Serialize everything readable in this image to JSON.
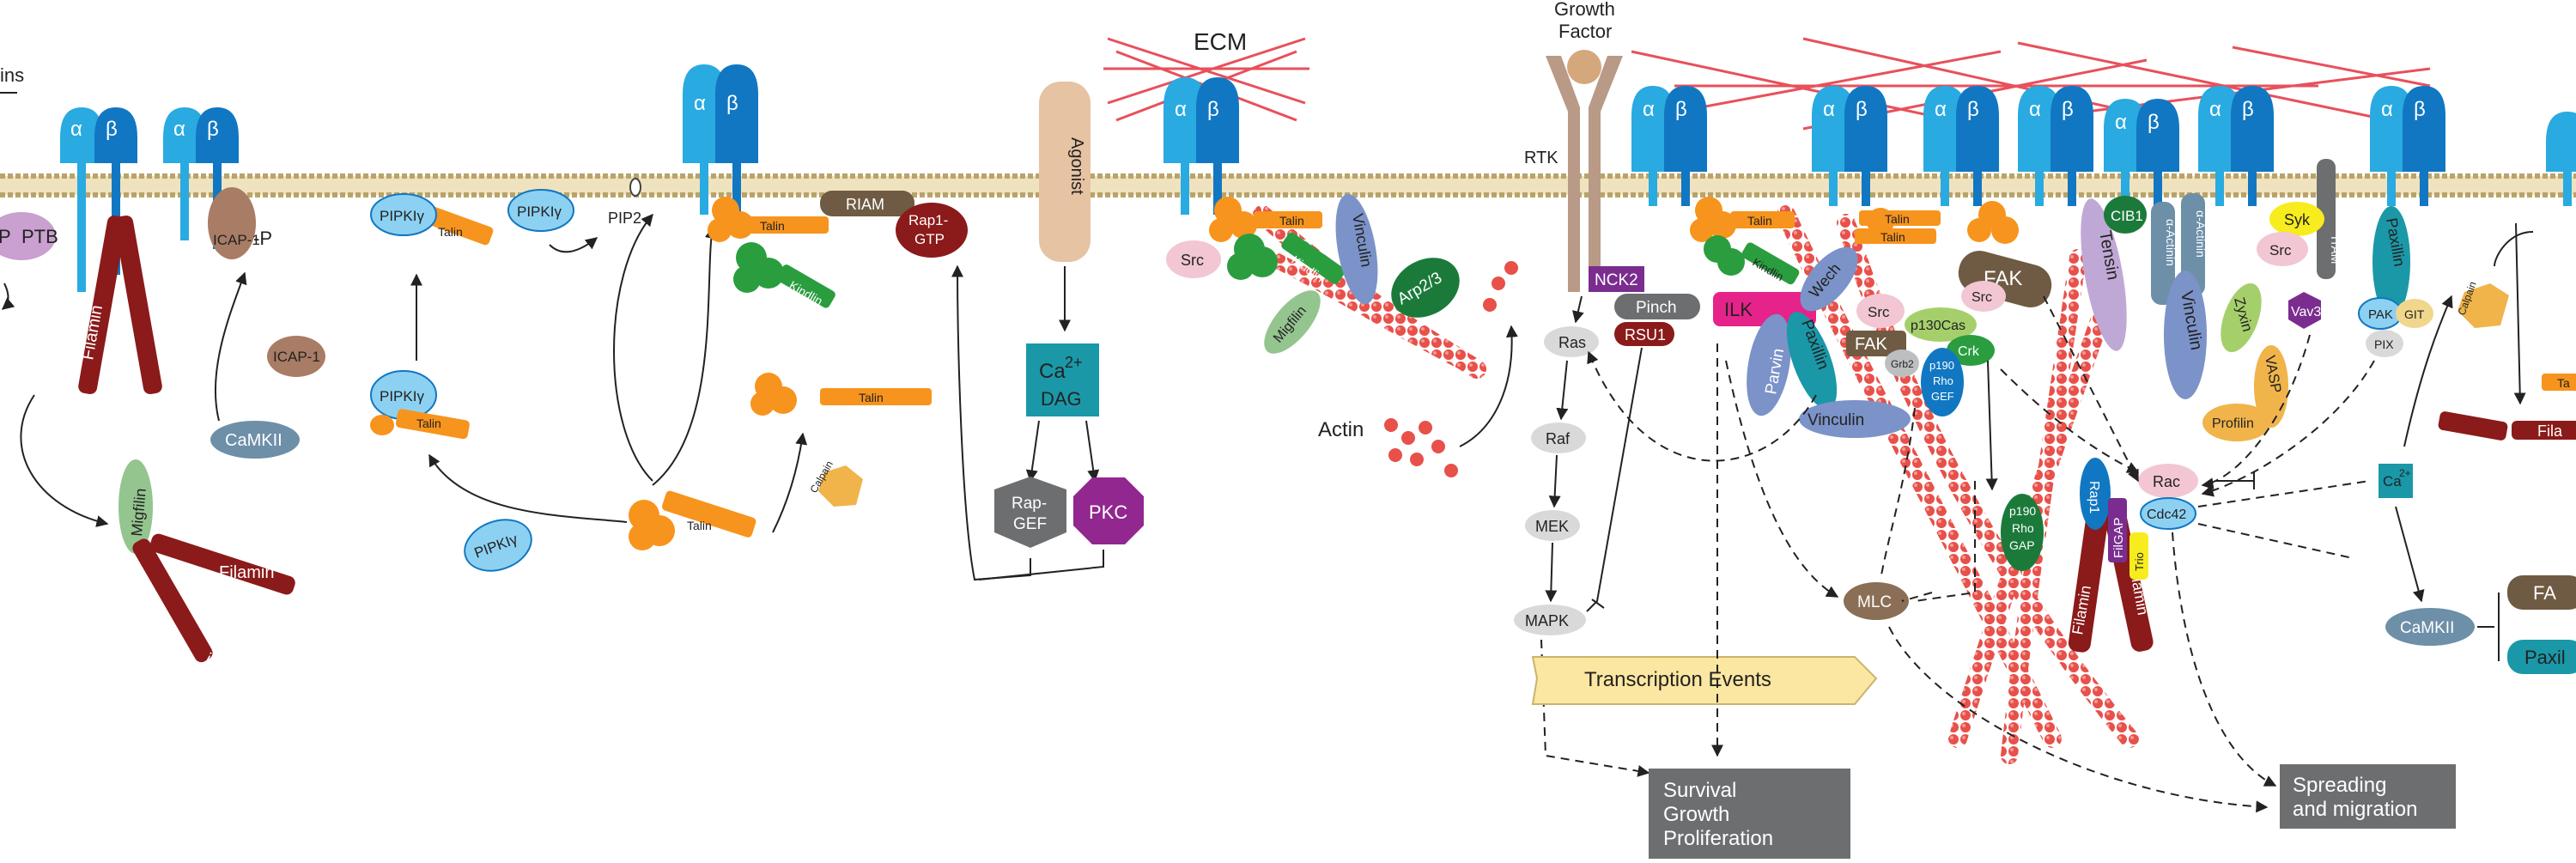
{
  "colors": {
    "membrane": "#e9d9a8",
    "membrane_edge": "#b9a36a",
    "integrin_alpha": "#29aae1",
    "integrin_beta": "#1177c2",
    "talin": "#f7941d",
    "filamin": "#8b1a1a",
    "actin": "#e8504a",
    "ecm": "#e8505b",
    "kindlin": "#2a9d3f",
    "gray_node": "#d9d9d9",
    "dark_box": "#6d6e70",
    "transcription": "#fbe7a1"
  },
  "labels": {
    "ins": "ins",
    "ecm": "ECM",
    "growth_factor_1": "Growth",
    "growth_factor_2": "Factor",
    "rtk": "RTK",
    "actin": "Actin",
    "alpha": "α",
    "beta": "β",
    "pip2": "PIP2",
    "agonist": "Agonist",
    "ca": "Ca",
    "ca_sup": "2+",
    "dag": "DAG",
    "rap_gef_1": "Rap-",
    "rap_gef_2": "GEF",
    "pkc": "PKC",
    "riam": "RIAM",
    "rap1_1": "Rap1-",
    "rap1_2": "GTP",
    "p_left": "P",
    "ptb": "PTB",
    "icap1p": "ICAP-1",
    "p_suffix": "-P",
    "icap1": "ICAP-1",
    "camkii": "CaMKII",
    "migfilin": "Migfilin",
    "filamin": "Filamin",
    "talin": "Talin",
    "kindlin": "Kindlin",
    "pipki": "PIPKIγ",
    "calpain": "Calpain",
    "src": "Src",
    "vinculin": "Vinculin",
    "arp23": "Arp2/3",
    "nck2": "NCK2",
    "pinch": "Pinch",
    "rsu1": "RSU1",
    "ilk": "ILK",
    "parvin": "Parvin",
    "paxillin": "Paxillin",
    "wech": "Wech",
    "fak": "FAK",
    "p130cas": "p130Cas",
    "crk": "Crk",
    "grb2": "Grb2",
    "p190rhogef_1": "p190",
    "p190rhogef_2": "Rho",
    "p190rhogef_3": "GEF",
    "p190rhogap_1": "p190",
    "p190rhogap_2": "Rho",
    "p190rhogap_3": "GAP",
    "tensin": "Tensin",
    "cib1": "CIB1",
    "actinin": "α-Actinin",
    "zyxin": "Zyxin",
    "vasp": "VASP",
    "profilin": "Profilin",
    "syk": "Syk",
    "itam": "ITAM",
    "vav3": "Vav3",
    "pak": "PAK",
    "git": "GIT",
    "pix": "PIX",
    "rap1": "Rap1",
    "filgap": "FilGAP",
    "trio": "Trio",
    "rac": "Rac",
    "cdc42": "Cdc42",
    "ras": "Ras",
    "raf": "Raf",
    "mek": "MEK",
    "mapk": "MAPK",
    "mlc": "MLC",
    "transcription_events": "Transcription Events",
    "survival_1": "Survival",
    "survival_2": "Growth",
    "survival_3": "Proliferation",
    "spreading_1": "Spreading",
    "spreading_2": "and migration",
    "fa_right": "FA",
    "paxi_right": "Paxil",
    "fil_right": "Fila",
    "ta_right": "Ta"
  }
}
